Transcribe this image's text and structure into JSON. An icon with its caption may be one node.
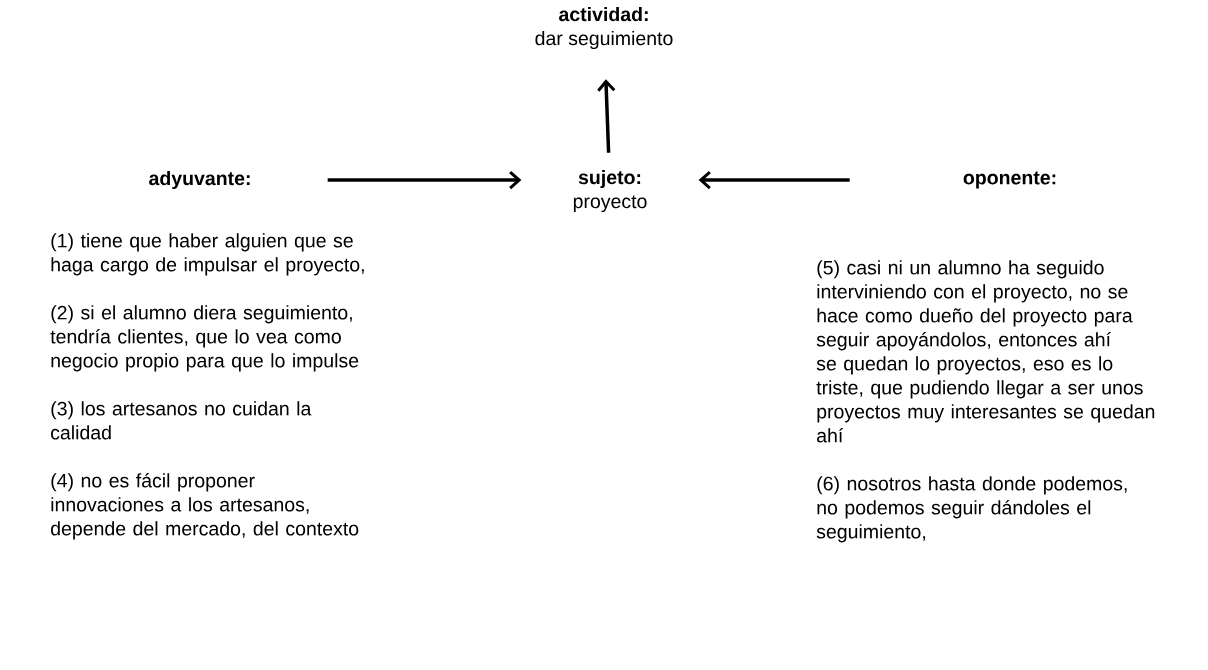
{
  "diagram": {
    "nodes": [
      {
        "text": [
          "actividad:",
          "dar seguimiento"
        ]
      },
      {
        "text": [
          "adyuvante:"
        ],
        "beside": [
          "(1) tiene que haber alguien que se haga cargo de impulsar el proyecto,",
          "(2) si el alumno diera seguimiento, tendría clientes, que lo vea como negocio propio para que lo impulse",
          "(3) los artesanos no cuidan la calidad",
          "(4) no es fácil proponer innovaciones a los artesanos, depende del mercado, del contexto"
        ]
      },
      {
        "text": [
          "sujeto:",
          "proyecto"
        ]
      },
      {
        "text": [
          "oponente:"
        ],
        "beside": [
          "(5) casi ni un alumno ha seguido interviniendo con el proyecto, no se hace como dueño del proyecto para seguir apoyándolos, entonces ahí se quedan lo proyectos, eso es lo triste, que pudiendo llegar a ser unos proyectos muy interesantes se quedan ahí",
          "(6) nosotros hasta donde podemos, no podemos seguir dándoles el seguimiento,"
        ]
      }
    ],
    "edges": [
      {
        "from": 1,
        "to": 2,
        "arrow": "to"
      },
      {
        "from": 3,
        "to": 2,
        "arrow": "to"
      },
      {
        "from": 2,
        "to": 0,
        "arrow": "to"
      }
    ]
  }
}
